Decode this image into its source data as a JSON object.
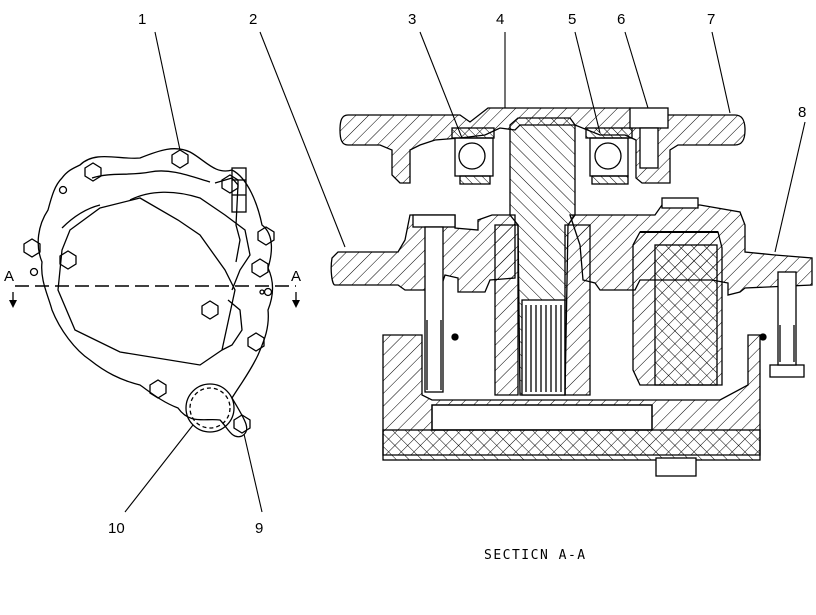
{
  "callouts": {
    "c1": "1",
    "c2": "2",
    "c3": "3",
    "c4": "4",
    "c5": "5",
    "c6": "6",
    "c7": "7",
    "c8": "8",
    "c9": "9",
    "c10": "10"
  },
  "section_marks": {
    "left": "A",
    "right": "A"
  },
  "caption": "SECTICN A-A",
  "colors": {
    "line": "#000000",
    "background": "#ffffff"
  }
}
